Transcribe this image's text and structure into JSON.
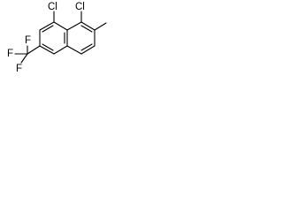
{
  "molecule": {
    "atom_labels": {
      "cl_peri": "Cl",
      "cl_ortho": "Cl",
      "f_top": "F",
      "f_left": "F",
      "f_bottom": "F"
    },
    "colors": {
      "bond": "#000000",
      "label": "#000000",
      "background": "#ffffff"
    }
  }
}
